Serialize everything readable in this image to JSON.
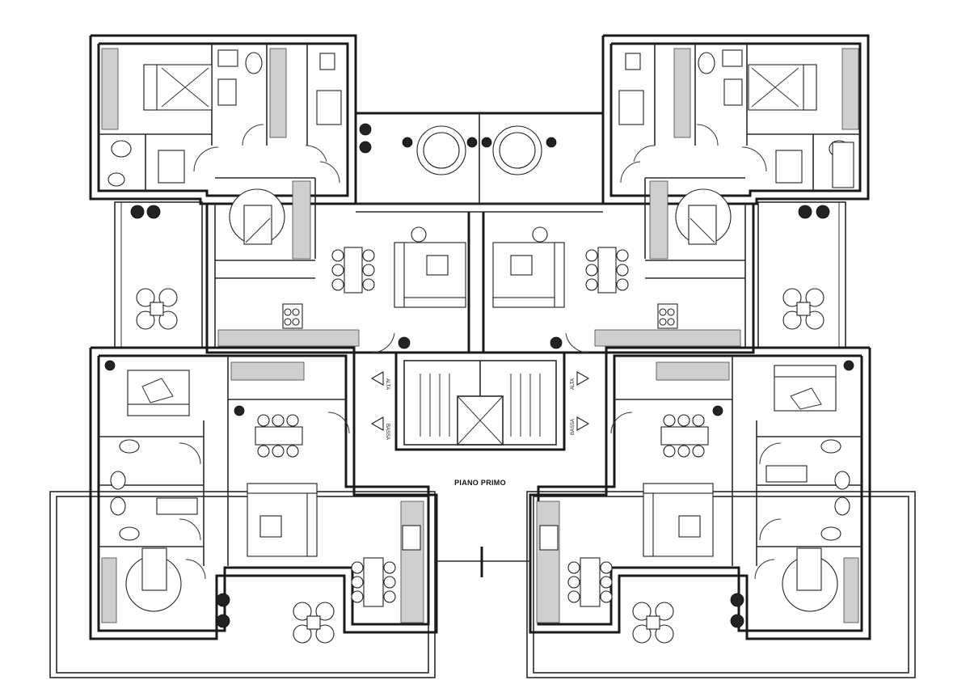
{
  "plan": {
    "floor_label": "PIANO PRIMO",
    "stair_arrows": [
      {
        "label": "ALTA",
        "direction": "up"
      },
      {
        "label": "BASSA",
        "direction": "down"
      },
      {
        "label": "ALTA",
        "direction": "up"
      },
      {
        "label": "BASSA",
        "direction": "down"
      }
    ],
    "colors": {
      "ink": "#1a1a1a",
      "paper": "#ffffff",
      "fill": "#cfcfcf"
    }
  }
}
